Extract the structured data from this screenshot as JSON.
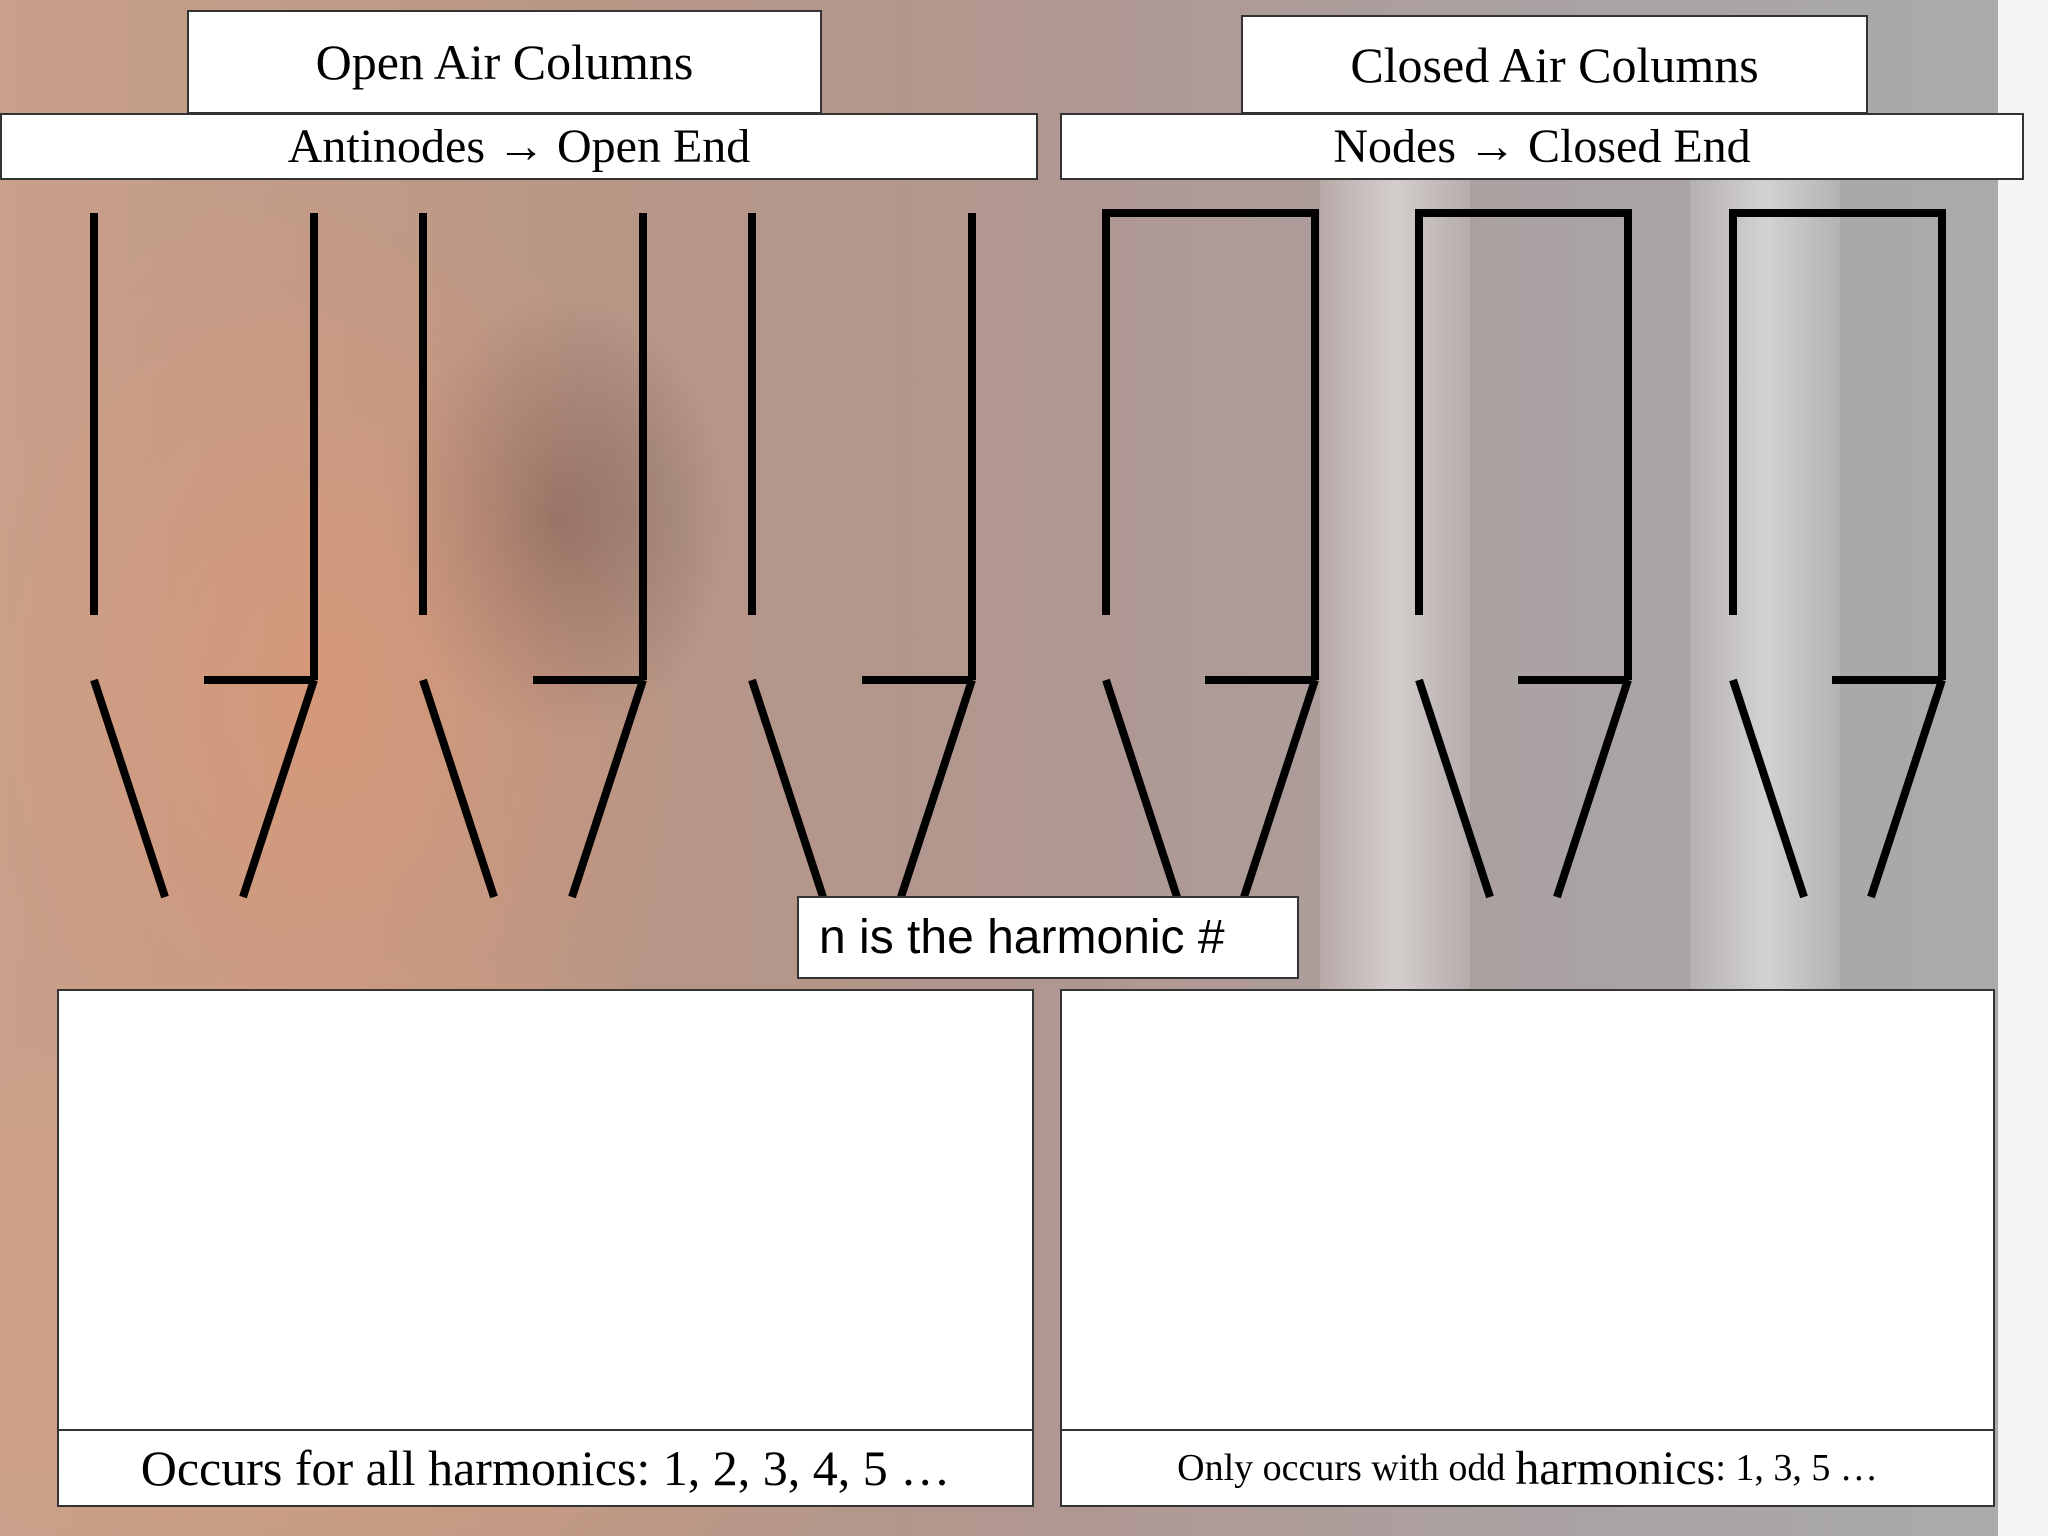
{
  "open": {
    "title": "Open Air Columns",
    "end_rule": "Antinodes → Open End",
    "footer": "Occurs for all harmonics:  1, 2, 3, 4, 5 …"
  },
  "closed": {
    "title": "Closed Air Columns",
    "end_rule": "Nodes → Closed End",
    "footer_small": "Only occurs with odd ",
    "footer_large": "harmonics",
    "footer_tail": ":  1, 3, 5 …"
  },
  "harmonic_note": "n is the harmonic #",
  "open_tube_count": 3,
  "closed_tube_count": 3
}
